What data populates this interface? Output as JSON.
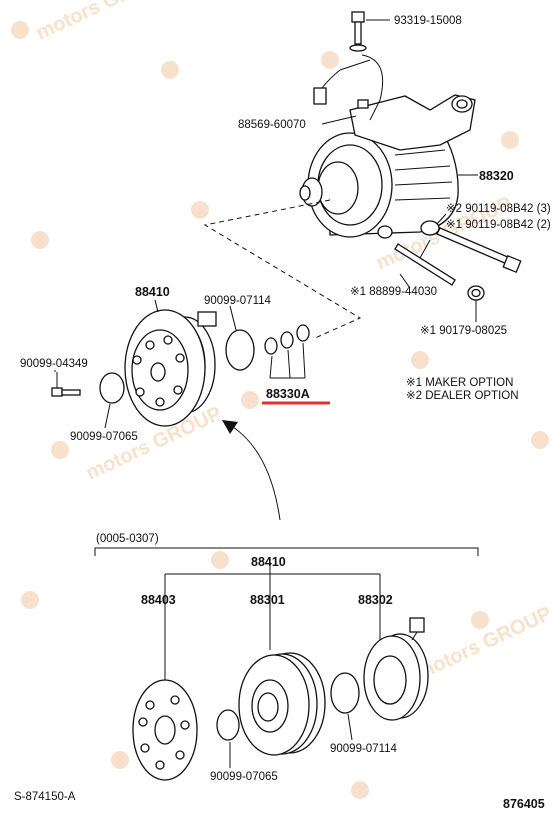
{
  "callouts": {
    "bolt_top": "93319-15008",
    "harness": "88569-60070",
    "compressor": "88320",
    "bolt_dealer": "※2 90119-08B42 (3)",
    "bolt_maker": "※1 90119-08B42 (2)",
    "stud": "※1 88899-44030",
    "nut": "※1 90179-08025",
    "clutch_assy": "88410",
    "snap_ring_top": "90099-07114",
    "shim_kit": "88330A",
    "bolt_left": "90099-04349",
    "washer_left": "90099-07065",
    "kit_range": "(0005-0307)",
    "kit_group": "88410",
    "hub": "88403",
    "pulley": "88301",
    "coil": "88302",
    "washer_bottom": "90099-07065",
    "snap_ring_bottom": "90099-07114"
  },
  "legend": {
    "maker": "※1  MAKER OPTION",
    "dealer": "※2  DEALER OPTION"
  },
  "footer": {
    "left_code": "S-874150-A",
    "right_code": "876405"
  },
  "watermark": "motors GROUP",
  "colors": {
    "line": "#111111",
    "highlight": "#e03030",
    "watermark": "#f3c9a2"
  }
}
